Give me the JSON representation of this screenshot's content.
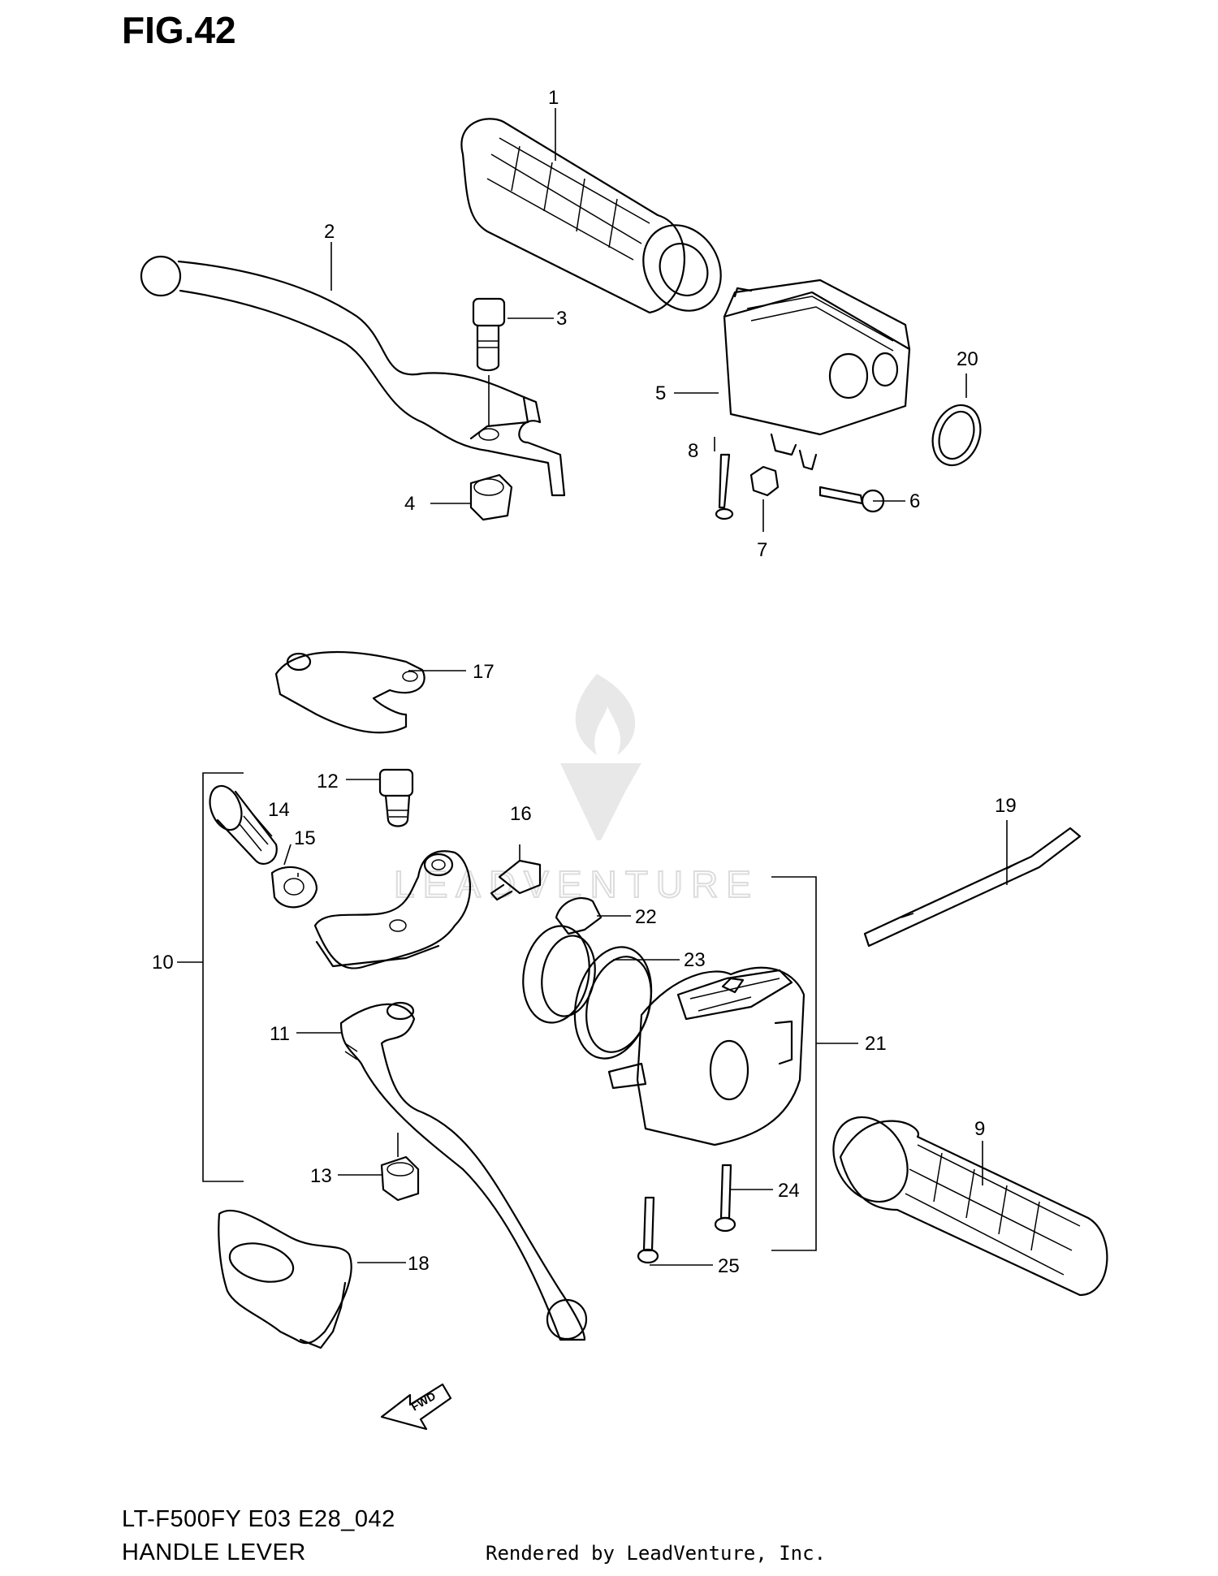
{
  "figure": {
    "title": "FIG.42",
    "model_line": "LT-F500FY E03 E28_042",
    "name": "HANDLE LEVER",
    "rendered_by": "Rendered by LeadVenture, Inc."
  },
  "watermark": {
    "text": "LEADVENTURE"
  },
  "fwd_arrow": {
    "label": "FWD"
  },
  "callouts": [
    {
      "id": "1",
      "label": "1"
    },
    {
      "id": "2",
      "label": "2"
    },
    {
      "id": "3",
      "label": "3"
    },
    {
      "id": "4",
      "label": "4"
    },
    {
      "id": "5",
      "label": "5"
    },
    {
      "id": "6",
      "label": "6"
    },
    {
      "id": "7",
      "label": "7"
    },
    {
      "id": "8",
      "label": "8"
    },
    {
      "id": "9",
      "label": "9"
    },
    {
      "id": "10",
      "label": "10"
    },
    {
      "id": "11",
      "label": "11"
    },
    {
      "id": "12",
      "label": "12"
    },
    {
      "id": "13",
      "label": "13"
    },
    {
      "id": "14",
      "label": "14"
    },
    {
      "id": "15",
      "label": "15"
    },
    {
      "id": "16",
      "label": "16"
    },
    {
      "id": "17",
      "label": "17"
    },
    {
      "id": "18",
      "label": "18"
    },
    {
      "id": "19",
      "label": "19"
    },
    {
      "id": "20",
      "label": "20"
    },
    {
      "id": "21",
      "label": "21"
    },
    {
      "id": "22",
      "label": "22"
    },
    {
      "id": "23",
      "label": "23"
    },
    {
      "id": "24",
      "label": "24"
    },
    {
      "id": "25",
      "label": "25"
    }
  ]
}
